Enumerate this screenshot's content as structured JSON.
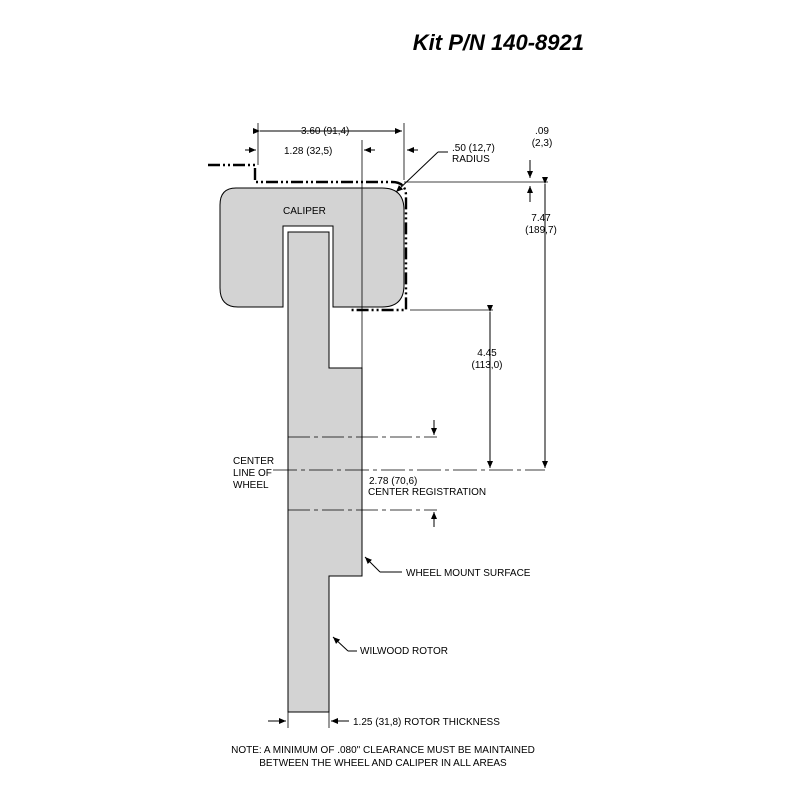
{
  "title": "Kit P/N 140-8921",
  "dimensions": {
    "overall_width": "3.60 (91,4)",
    "offset": "1.28 (32,5)",
    "radius_value": ".50 (12,7)",
    "radius_word": "RADIUS",
    "clearance_in": ".09",
    "clearance_mm": "(2,3)",
    "height_in": "7.47",
    "height_mm": "(189,7)",
    "mount_height_in": "4.45",
    "mount_height_mm": "(113,0)",
    "registration": "2.78 (70,6)",
    "registration_word": "CENTER REGISTRATION",
    "rotor_thickness": "1.25 (31,8) ROTOR THICKNESS"
  },
  "labels": {
    "caliper": "CALIPER",
    "centerline_1": "CENTER",
    "centerline_2": "LINE OF",
    "centerline_3": "WHEEL",
    "wheel_mount": "WHEEL MOUNT SURFACE",
    "rotor": "WILWOOD ROTOR"
  },
  "note": {
    "line1": "NOTE: A MINIMUM OF .080\" CLEARANCE MUST BE MAINTAINED",
    "line2": "BETWEEN THE WHEEL AND CALIPER IN ALL AREAS"
  }
}
